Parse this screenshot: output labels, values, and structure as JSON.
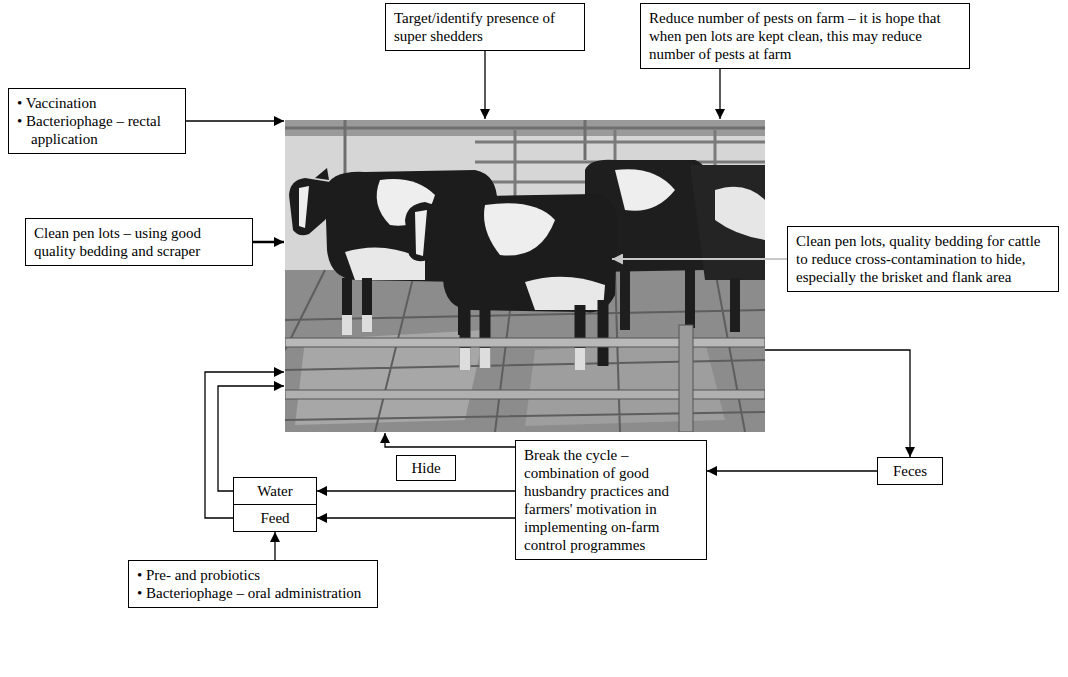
{
  "diagram": {
    "nodes": [
      {
        "text": [
          "Target/identify presence of super shedders"
        ]
      },
      {
        "text": [
          "Reduce number of pests on farm – it is hope that when pen lots are kept clean, this may reduce number of pests at farm"
        ]
      },
      {
        "text": [
          "• Vaccination",
          "• Bacteriophage – rectal application"
        ]
      },
      {
        "text": [
          "Clean pen lots – using good quality bedding and scraper"
        ]
      },
      {
        "text": [
          "Clean pen lots, quality bedding for cattle to reduce cross-contamination to hide, especially the brisket and flank area"
        ]
      },
      {
        "text": [
          "Hide"
        ]
      },
      {
        "text": [
          "Water"
        ]
      },
      {
        "text": [
          "Feed"
        ]
      },
      {
        "text": [
          "Break the cycle – combination of good husbandry practices and farmers' motivation in implementing on-farm control programmes"
        ]
      },
      {
        "text": [
          "Feces"
        ]
      },
      {
        "text": [
          "• Pre- and probiotics",
          "• Bacteriophage – oral administration"
        ]
      }
    ],
    "edges": [
      {
        "from": 9,
        "to": 8,
        "arrow": "to"
      },
      {
        "from": 8,
        "to": 6,
        "arrow": "to"
      },
      {
        "from": 8,
        "to": 7,
        "arrow": "to"
      },
      {
        "from": 10,
        "to": 7,
        "arrow": "to"
      }
    ]
  }
}
